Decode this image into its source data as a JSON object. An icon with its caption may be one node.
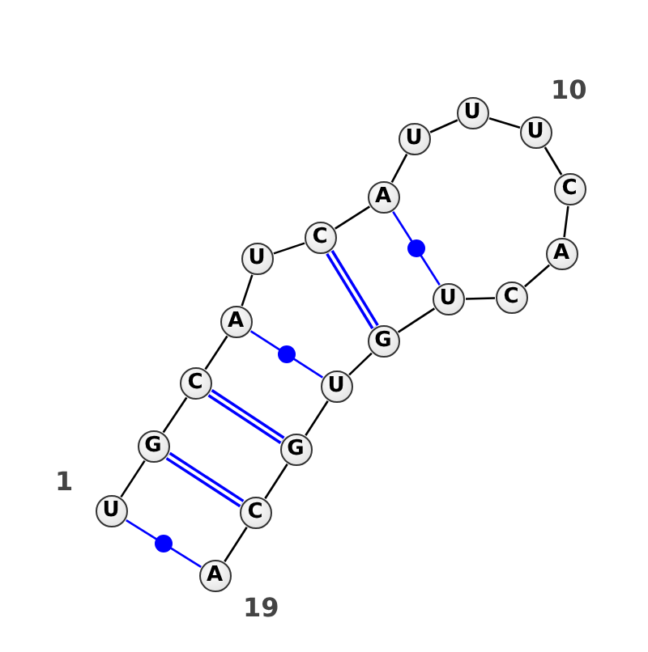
{
  "diagram": {
    "nodes": [
      {
        "text": [
          "U"
        ],
        "beside": [
          "1"
        ]
      },
      {
        "text": [
          "G"
        ]
      },
      {
        "text": [
          "C"
        ]
      },
      {
        "text": [
          "A"
        ]
      },
      {
        "text": [
          "U"
        ]
      },
      {
        "text": [
          "C"
        ]
      },
      {
        "text": [
          "A"
        ]
      },
      {
        "text": [
          "U"
        ]
      },
      {
        "text": [
          "U"
        ]
      },
      {
        "text": [
          "U"
        ],
        "beside": [
          "10"
        ]
      },
      {
        "text": [
          "C"
        ]
      },
      {
        "text": [
          "A"
        ]
      },
      {
        "text": [
          "C"
        ]
      },
      {
        "text": [
          "U"
        ]
      },
      {
        "text": [
          "G"
        ]
      },
      {
        "text": [
          "U"
        ]
      },
      {
        "text": [
          "G"
        ]
      },
      {
        "text": [
          "C"
        ]
      },
      {
        "text": [
          "A"
        ],
        "beside": [
          "19"
        ]
      }
    ],
    "edges": [
      {
        "from": 0,
        "to": 1,
        "arrow": "none"
      },
      {
        "from": 1,
        "to": 2,
        "arrow": "none"
      },
      {
        "from": 2,
        "to": 3,
        "arrow": "none"
      },
      {
        "from": 3,
        "to": 4,
        "arrow": "none"
      },
      {
        "from": 4,
        "to": 5,
        "arrow": "none"
      },
      {
        "from": 5,
        "to": 6,
        "arrow": "none"
      },
      {
        "from": 6,
        "to": 7,
        "arrow": "none"
      },
      {
        "from": 7,
        "to": 8,
        "arrow": "none"
      },
      {
        "from": 8,
        "to": 9,
        "arrow": "none"
      },
      {
        "from": 9,
        "to": 10,
        "arrow": "none"
      },
      {
        "from": 10,
        "to": 11,
        "arrow": "none"
      },
      {
        "from": 11,
        "to": 12,
        "arrow": "none"
      },
      {
        "from": 12,
        "to": 13,
        "arrow": "none"
      },
      {
        "from": 13,
        "to": 14,
        "arrow": "none"
      },
      {
        "from": 14,
        "to": 15,
        "arrow": "none"
      },
      {
        "from": 15,
        "to": 16,
        "arrow": "none"
      },
      {
        "from": 16,
        "to": 17,
        "arrow": "none"
      },
      {
        "from": 17,
        "to": 18,
        "arrow": "none"
      },
      {
        "from": 0,
        "to": 18,
        "arrow": "none",
        "color": "#0000ff"
      },
      {
        "from": 1,
        "to": 17,
        "arrow": "none",
        "style": "thick",
        "color": "#0000ff"
      },
      {
        "from": 2,
        "to": 16,
        "arrow": "none",
        "style": "thick",
        "color": "#0000ff"
      },
      {
        "from": 3,
        "to": 15,
        "arrow": "none",
        "color": "#0000ff"
      },
      {
        "from": 5,
        "to": 14,
        "arrow": "none",
        "style": "thick",
        "color": "#0000ff"
      },
      {
        "from": 6,
        "to": 13,
        "arrow": "none",
        "color": "#0000ff"
      }
    ]
  }
}
